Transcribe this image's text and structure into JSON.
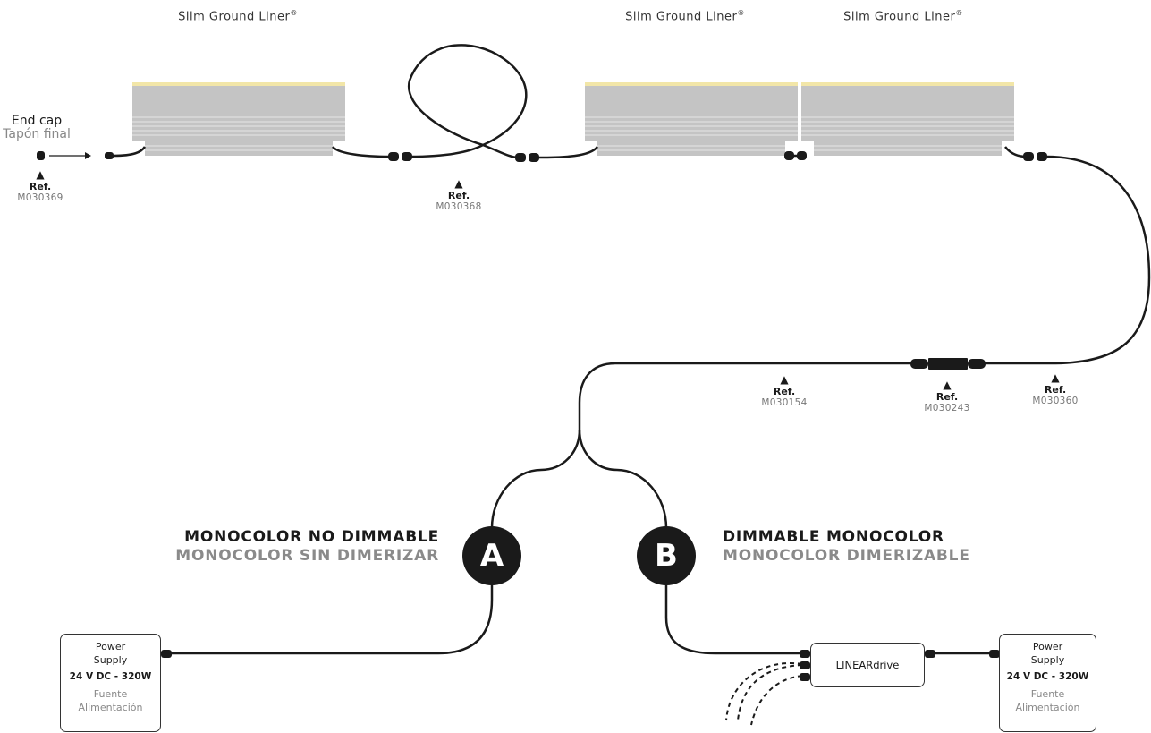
{
  "fixtures": [
    {
      "title": "Slim Ground Liner",
      "mark": "®"
    },
    {
      "title": "Slim Ground Liner",
      "mark": "®"
    },
    {
      "title": "Slim Ground Liner",
      "mark": "®"
    }
  ],
  "end_cap": {
    "label": "End cap",
    "label_es": "Tapón final"
  },
  "refs": [
    {
      "key": "Ref.",
      "code": "M030369"
    },
    {
      "key": "Ref.",
      "code": "M030368"
    },
    {
      "key": "Ref.",
      "code": "M030154"
    },
    {
      "key": "Ref.",
      "code": "M030243"
    },
    {
      "key": "Ref.",
      "code": "M030360"
    }
  ],
  "option_a": {
    "badge": "A",
    "title": "MONOCOLOR NO DIMMABLE",
    "title_es": "MONOCOLOR SIN DIMERIZAR"
  },
  "option_b": {
    "badge": "B",
    "title": "DIMMABLE MONOCOLOR",
    "title_es": "MONOCOLOR DIMERIZABLE"
  },
  "power_supply": {
    "title": "Power Supply",
    "spec": "24 V DC - 320W",
    "title_es": "Fuente Alimentación"
  },
  "driver": {
    "label": "LINEARdrive"
  },
  "colors": {
    "profile": "#c4c4c4",
    "profile_lines": "#e6e6e6",
    "led_strip": "#f2e6a8",
    "cable": "#1a1a1a",
    "badge": "#1a1a1a"
  }
}
